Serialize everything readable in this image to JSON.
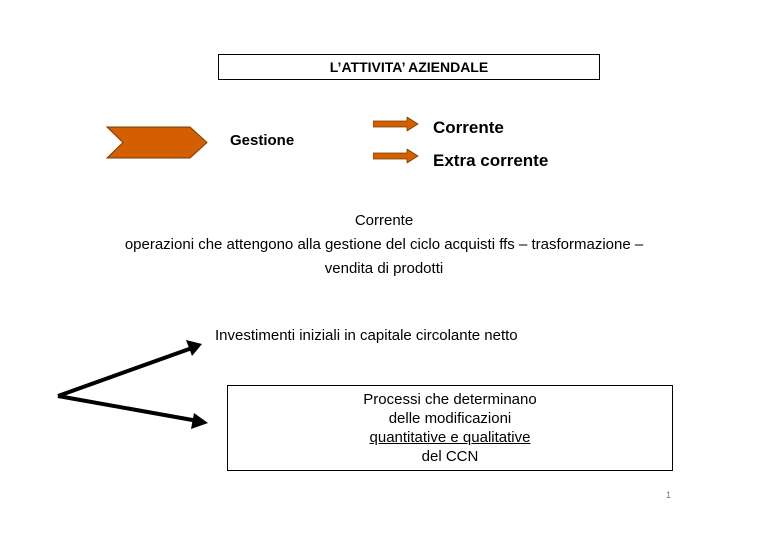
{
  "title": "L’ATTIVITA’ AZIENDALE",
  "gestione": {
    "label": "Gestione",
    "branches": [
      "Corrente",
      "Extra corrente"
    ]
  },
  "corrente_def": {
    "heading": "Corrente",
    "line1": "operazioni che attengono alla gestione del ciclo acquisti ffs – trasformazione –",
    "line2": "vendita di prodotti"
  },
  "investimenti": "Investimenti iniziali in capitale circolante netto",
  "processi": {
    "line1": "Processi che determinano",
    "line2": "delle modificazioni",
    "line3": "quantitative e qualitative",
    "line4": "del CCN"
  },
  "page_number": "1",
  "colors": {
    "accent": "#d35f00"
  }
}
